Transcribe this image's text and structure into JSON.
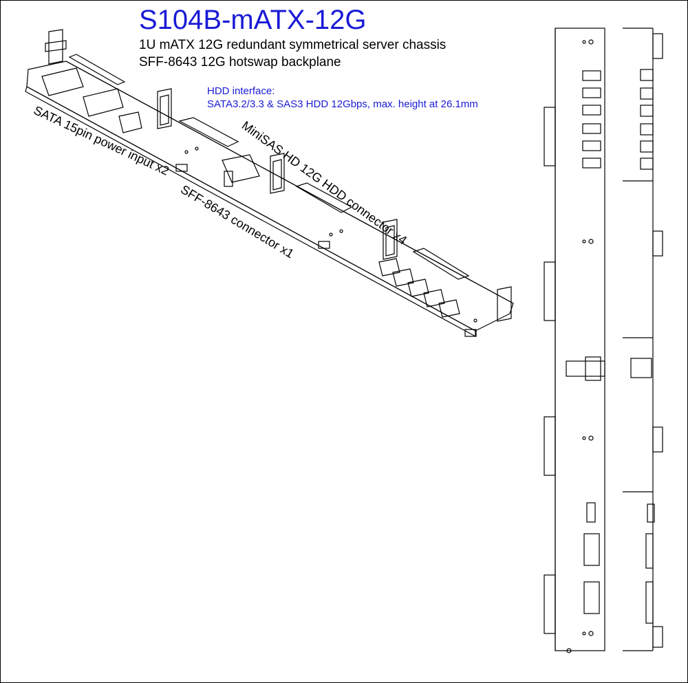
{
  "header": {
    "title": "S104B-mATX-12G",
    "subtitle_1": "1U mATX 12G redundant symmetrical server chassis",
    "subtitle_2": "SFF-8643 12G hotswap backplane"
  },
  "hdd_interface": {
    "label": "HDD interface:",
    "spec": "SATA3.2/3.3 & SAS3 HDD 12Gbps, max. height at 26.1mm"
  },
  "callouts": {
    "sata_power": "SATA 15pin power input x2",
    "minisas": "MiniSAS HD 12G HDD connector x4",
    "sff": "SFF-8643 connector x1"
  },
  "colors": {
    "title": "#1a1ad6",
    "ink": "#000000"
  }
}
